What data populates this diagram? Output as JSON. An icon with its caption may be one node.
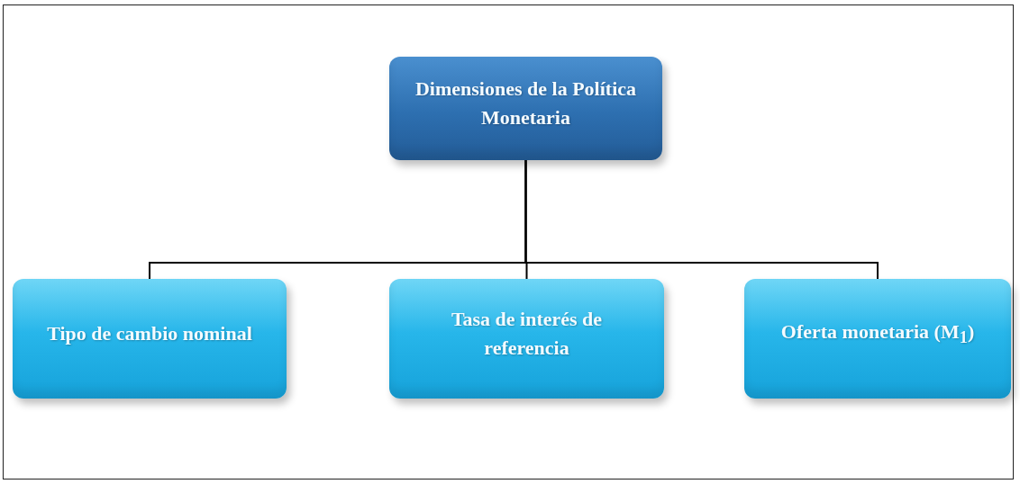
{
  "diagram": {
    "nodes": [
      {
        "text": [
          "Dimensiones de la Política Monetaria"
        ]
      },
      {
        "text": [
          "Tipo de cambio nominal"
        ]
      },
      {
        "text": [
          "Tasa de interés de referencia"
        ]
      },
      {
        "text": [
          "Oferta monetaria (M$_{1}$)"
        ]
      }
    ],
    "edges": [
      {
        "from": 0,
        "to": 1,
        "arrow": "none"
      },
      {
        "from": 0,
        "to": 2,
        "arrow": "none"
      },
      {
        "from": 0,
        "to": 3,
        "arrow": "none"
      }
    ]
  }
}
